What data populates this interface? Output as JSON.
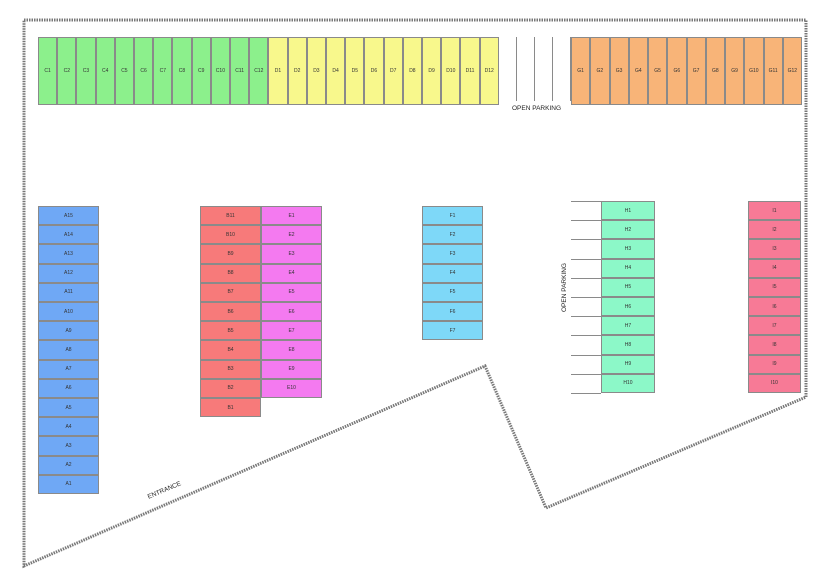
{
  "colors": {
    "A": "#6fa8f5",
    "B": "#f77a7a",
    "C": "#8cf08c",
    "D": "#f8f88c",
    "E": "#f47af0",
    "F": "#7ed8f8",
    "G": "#f8b478",
    "H": "#8cf8c8",
    "I": "#f77a96",
    "boundary": "#777777"
  },
  "labels": {
    "entrance": "ENTRANCE",
    "open_parking_top": "OPEN PARKING",
    "open_parking_side": "OPEN PARKING"
  },
  "rows": {
    "C": [
      "C1",
      "C2",
      "C3",
      "C4",
      "C5",
      "C6",
      "C7",
      "C8",
      "C9",
      "C10",
      "C11",
      "C12"
    ],
    "D": [
      "D1",
      "D2",
      "D3",
      "D4",
      "D5",
      "D6",
      "D7",
      "D8",
      "D9",
      "D10",
      "D11",
      "D12"
    ],
    "G": [
      "G1",
      "G2",
      "G3",
      "G4",
      "G5",
      "G6",
      "G7",
      "G8",
      "G9",
      "G10",
      "G11",
      "G12"
    ],
    "A": [
      "A15",
      "A14",
      "A13",
      "A12",
      "A11",
      "A10",
      "A9",
      "A8",
      "A7",
      "A6",
      "A5",
      "A4",
      "A3",
      "A2",
      "A1"
    ],
    "B": [
      "B11",
      "B10",
      "B9",
      "B8",
      "B7",
      "B6",
      "B5",
      "B4",
      "B3",
      "B2",
      "B1"
    ],
    "E": [
      "E1",
      "E2",
      "E3",
      "E4",
      "E5",
      "E6",
      "E7",
      "E8",
      "E9",
      "E10"
    ],
    "F": [
      "F1",
      "F2",
      "F3",
      "F4",
      "F5",
      "F6",
      "F7"
    ],
    "H": [
      "H1",
      "H2",
      "H3",
      "H4",
      "H5",
      "H6",
      "H7",
      "H8",
      "H9",
      "H10"
    ],
    "I": [
      "I1",
      "I2",
      "I3",
      "I4",
      "I5",
      "I6",
      "I7",
      "I8",
      "I9",
      "I10"
    ]
  }
}
